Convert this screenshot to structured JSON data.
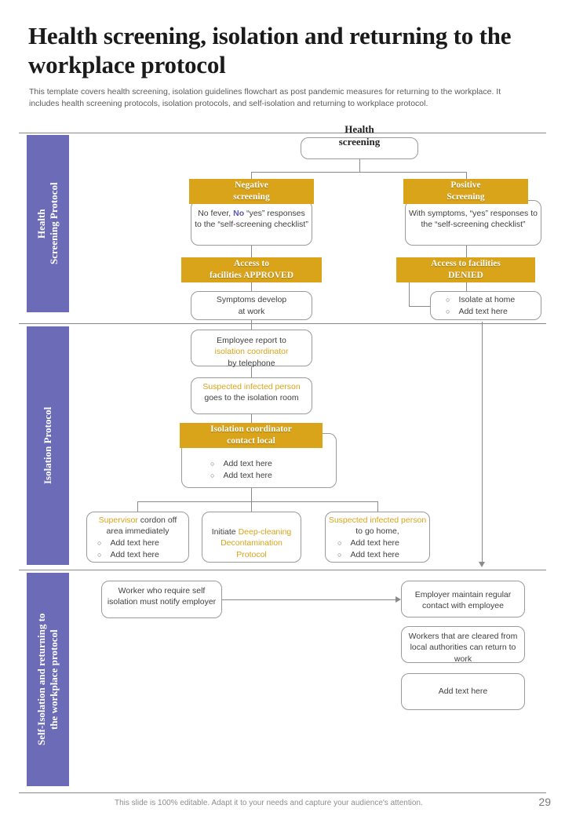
{
  "header": {
    "title": "Health screening, isolation and returning to the workplace protocol",
    "subtitle": "This template covers health screening, isolation guidelines flowchart as post pandemic measures for returning to the workplace. It includes health screening protocols, isolation protocols, and self-isolation and returning to workplace protocol."
  },
  "colors": {
    "band_purple": "#6b6bb8",
    "gold": "#d9a41a",
    "line_gray": "#8a8a8a",
    "blue_accent": "#5a5ab0"
  },
  "bands": [
    {
      "label": "Health\nScreening Protocol"
    },
    {
      "label": "Isolation Protocol"
    },
    {
      "label": "Self-Isolation and returning to\nthe workplace protocol"
    }
  ],
  "flow": {
    "root": {
      "title": "Health\nscreening"
    },
    "negative": {
      "header": "Negative\nscreening",
      "body_pre": "No fever, ",
      "body_accent": "No",
      "body_post": " “yes” responses to the “self-screening checklist”",
      "result_header": "Access to\nfacilities APPROVED",
      "result_body": "Symptoms develop\nat work"
    },
    "positive": {
      "header": "Positive\nScreening",
      "body": "With symptoms, “yes” responses to the “self-screening checklist”",
      "result_header": "Access to facilities\nDENIED",
      "result_bullets": [
        "Isolate at home",
        "Add text here"
      ]
    },
    "isolation": {
      "report": {
        "pre": "Employee report to",
        "accent": "isolation coordinator",
        "post": "by telephone"
      },
      "room": {
        "accent": "Suspected infected person",
        "post": " goes to the isolation room"
      },
      "coordinator_header": "Isolation  coordinator\ncontact  local",
      "coordinator_bullets": [
        "Add text here",
        "Add text here"
      ],
      "branches": [
        {
          "accent": "Supervisor",
          "rest": " cordon off area immediately",
          "bullets": [
            "Add text here",
            "Add text here"
          ]
        },
        {
          "pre": "Initiate ",
          "accent": "Deep-cleaning Decontamination Protocol",
          "bullets": []
        },
        {
          "accent": "Suspected infected person",
          "rest": " to go home,",
          "bullets": [
            "Add text here",
            "Add text here"
          ]
        }
      ]
    },
    "selfisolation": {
      "notify": "Worker who require self isolation must notify employer",
      "right_boxes": [
        "Employer  maintain  regular contact with employee",
        "Workers that are cleared from local authorities can return to  work",
        "Add text here"
      ]
    }
  },
  "footer": {
    "note": "This slide is 100% editable. Adapt it to your needs and capture your audience's attention.",
    "page_number": "29"
  }
}
